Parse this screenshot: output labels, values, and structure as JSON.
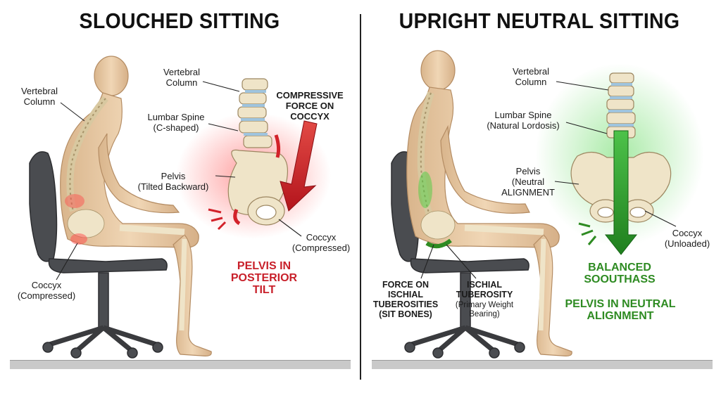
{
  "left": {
    "title": "SLOUCHED SITTING",
    "vertebral_column_body": [
      "Vertebral",
      "Column"
    ],
    "vertebral_column_spine": [
      "Vertebral",
      "Column"
    ],
    "lumbar_spine": [
      "Lumbar Spine",
      "(C-shaped)"
    ],
    "pelvis": [
      "Pelvis",
      "(Tilted Backward)"
    ],
    "coccyx_pelvis": [
      "Coccyx",
      "(Compressed)"
    ],
    "coccyx_body": [
      "Coccyx",
      "(Compressed)"
    ],
    "force": [
      "COMPRESSIVE",
      "FORCE ON",
      "COCCYX"
    ],
    "conclusion": [
      "PELVIS IN",
      "POSTERIOR",
      "TILT"
    ]
  },
  "right": {
    "title": "UPRIGHT NEUTRAL SITTING",
    "vertebral_column": [
      "Vertebral",
      "Column"
    ],
    "lumbar_spine": [
      "Lumbar Spine",
      "(Natural Lordosis)"
    ],
    "pelvis": [
      "Pelvis",
      "(Neutral",
      "ALIGNMENT"
    ],
    "coccyx": [
      "Coccyx",
      "(Unloaded)"
    ],
    "force_ischial": [
      "FORCE ON",
      "ISCHIAL",
      "TUBEROSITIES",
      "(SIT BONES)"
    ],
    "ischial_tuberosity": [
      "ISCHIAL",
      "TUBEROSITY"
    ],
    "ischial_note": [
      "(Primary Weight",
      "Bearing)"
    ],
    "balanced": [
      "BALANCED",
      "SOOUTHASS"
    ],
    "conclusion": [
      "PELVIS IN NEUTRAL",
      "ALIGNMENT"
    ]
  },
  "colors": {
    "red_accent": "#c8202a",
    "green_accent": "#2e8b22",
    "skin": "#e8c9a4",
    "bone": "#efe4c8",
    "chair": "#4a4c50"
  }
}
